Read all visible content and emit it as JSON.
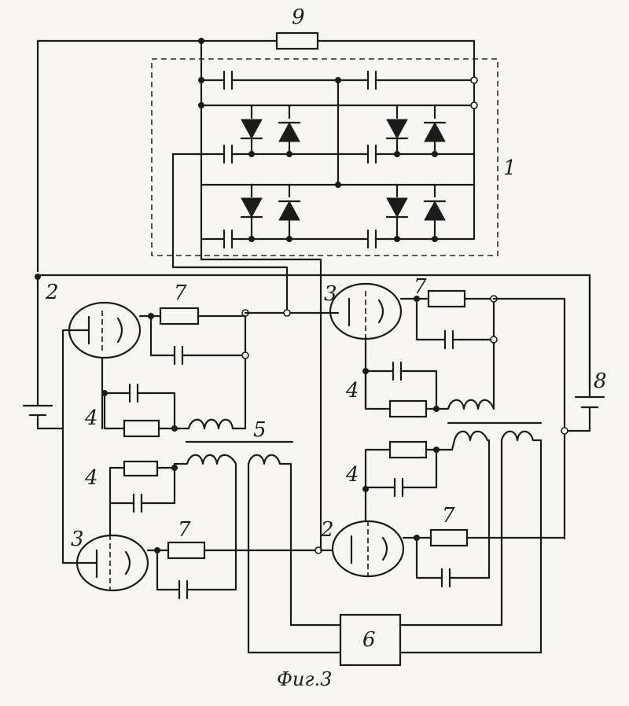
{
  "labels": {
    "resistor_9": "9",
    "diode_bridge": "1",
    "tube_2_left": "2",
    "tube_3_left": "3",
    "tube_3_right": "3",
    "tube_2_right": "2",
    "resistor_7_a": "7",
    "resistor_7_b": "7",
    "resistor_7_c": "7",
    "resistor_7_d": "7",
    "group_4_a": "4",
    "group_4_b": "4",
    "group_4_c": "4",
    "group_4_d": "4",
    "transformer_5": "5",
    "battery_8": "8",
    "block_6": "6"
  },
  "caption": "Фиг.3"
}
